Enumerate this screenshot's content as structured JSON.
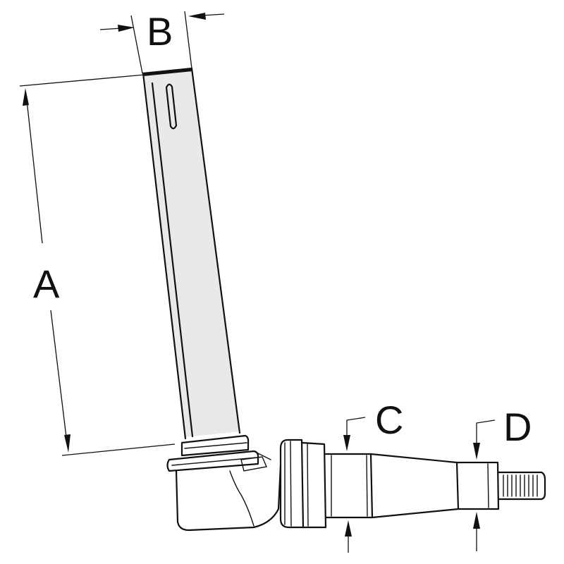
{
  "diagram": {
    "labels": {
      "a": "A",
      "b": "B",
      "c": "C",
      "d": "D"
    },
    "colors": {
      "line": "#111111",
      "background": "#ffffff",
      "shade": "#e9e9e9"
    }
  }
}
